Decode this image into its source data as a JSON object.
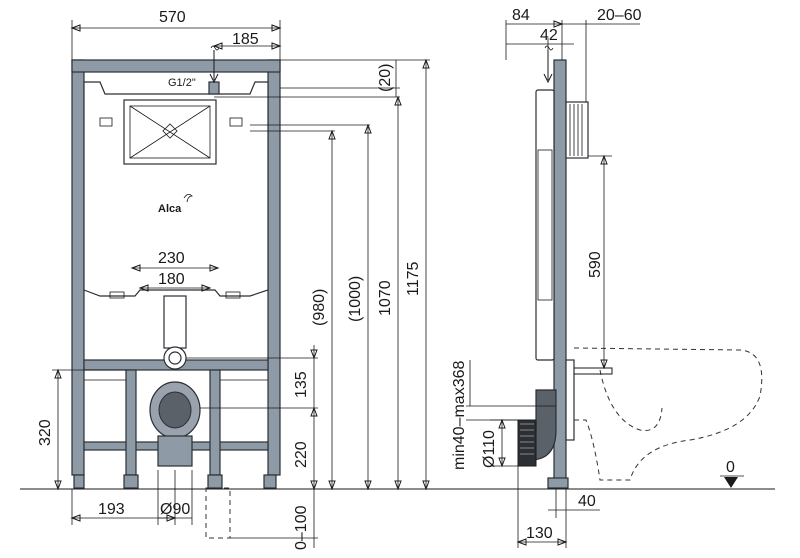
{
  "front_view": {
    "frame_width": "570",
    "inlet_offset": "185",
    "inlet_thread": "G1/2\"",
    "brand": "Alca",
    "outlet_spacing_outer": "230",
    "outlet_spacing_inner": "180",
    "outlet_height": "320",
    "leg_offset": "193",
    "drain_diameter": "Ø90",
    "leg_extension": "0–100",
    "h_flush_plate_offset": "(20)",
    "h_980": "(980)",
    "h_1000": "(1000)",
    "h_1070": "1070",
    "h_1175": "1175",
    "h_135": "135",
    "h_220": "220"
  },
  "side_view": {
    "depth_84": "84",
    "wall_gap": "20–60",
    "inner_42": "42",
    "height_590": "590",
    "bowl_distance": "min40–max368",
    "drain_pipe": "Ø110",
    "floor_zero": "0",
    "depth_40": "40",
    "depth_130": "130"
  }
}
